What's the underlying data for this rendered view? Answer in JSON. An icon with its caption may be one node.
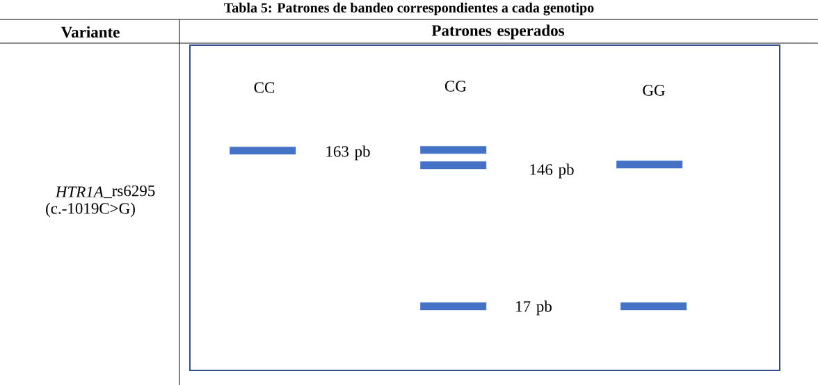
{
  "diagram": {
    "title": "Tabla 5: Patrones de bandeo correspondientes a cada genotipo",
    "nodes": [
      {
        "text": [],
        "shape": "box"
      },
      {
        "text": [],
        "shape": "bar",
        "in": 0
      },
      {
        "text": [],
        "shape": "bar",
        "in": 0
      },
      {
        "text": [],
        "shape": "bar",
        "in": 0
      },
      {
        "text": [],
        "shape": "bar",
        "in": 0
      },
      {
        "text": [],
        "shape": "bar",
        "in": 0
      },
      {
        "text": [],
        "shape": "bar",
        "in": 0
      }
    ],
    "labels": [
      "Variante",
      "Patrones esperados",
      "HTR1A",
      "_rs6295",
      "(c.-1019C>G)",
      "CC",
      "CG",
      "GG",
      "163 pb",
      "146 pb",
      "17 pb"
    ]
  }
}
